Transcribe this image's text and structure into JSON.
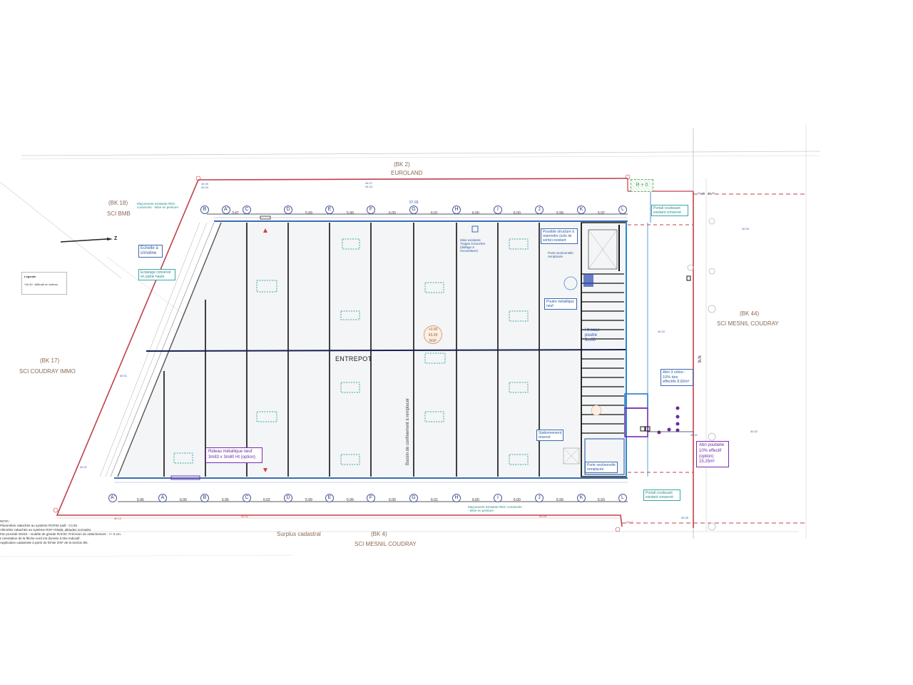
{
  "drawing": {
    "title": "ENTREPOT",
    "north_arrow_label": "Z",
    "zone_label": "R + 0",
    "parcels": {
      "top": {
        "ref": "(BK 2)",
        "owner": "EUROLAND"
      },
      "top_left": {
        "ref": "(BK 18)",
        "owner": "SCI BMB"
      },
      "left": {
        "ref": "(BK 17)",
        "owner": "SCI COUDRAY IMMO"
      },
      "right": {
        "ref": "(BK 44)",
        "owner": "SCI MESNIL COUDRAY"
      },
      "bottom": {
        "ref": "(BK 4)",
        "owner": "SCI MESNIL COUDRAY"
      }
    },
    "surplus_label": "Surplus cadastral",
    "street_number": "N°6",
    "overall_dimension_top": "57.03",
    "legend": {
      "title": "Légende",
      "item": "*40.40 : Altitude en mètres"
    },
    "level_marker": {
      "line1": "+0.00",
      "line2": "43.28",
      "line3": "NGF"
    },
    "vertical_note": "Bassin de confinement à remplacer",
    "beam_note": {
      "line1": "Ht sous",
      "line2": "poutre",
      "line3": "6m00"
    },
    "grid_top": [
      "B",
      "A'",
      "C",
      "D",
      "E",
      "F",
      "G",
      "H",
      "I",
      "J",
      "K",
      "L"
    ],
    "grid_bottom": [
      "A'",
      "A",
      "B",
      "C",
      "D",
      "E",
      "F",
      "G",
      "H",
      "I",
      "J",
      "K",
      "L"
    ],
    "dims_top": [
      "3.47",
      "5.99",
      "5.99",
      "6.00",
      "6.01",
      "6.00",
      "6.00",
      "5.99",
      "5.92"
    ],
    "dims_bottom": [
      "5.96",
      "6.00",
      "5.95",
      "6.02",
      "5.99",
      "5.99",
      "6.00",
      "6.01",
      "6.00",
      "6.00",
      "5.99",
      "5.93"
    ],
    "annotations": {
      "echelle": "Echelle à crinoline",
      "eclairage": "Eclairage conservé en partie haute",
      "maconnerie_top": "Maçonnerie existante RDC conservée - Mise en peinture",
      "maconnerie_bottom": "Maçonnerie existante RDC conservée - Mise en peinture",
      "trappe": "Mise existante Trappe à boucher (dallage à reconstituer)",
      "escalier": "Possible structure à reprendre (sols de sortie) existant",
      "porte_sect_top": "Porte sectionnelle remplacée",
      "portail_top": "Portail coulissant existant conservé",
      "portail_bottom": "Portail coulissant existant conservé",
      "rideau": "Rideau métallique neuf 3m83 x 3m80 Ht (option)",
      "abri_velos": "Abri 3 vélos - 10% des effectifs 8.82m²",
      "abri_poubelle": "Abri poubelle 10% effectif (option) 15.25m²",
      "porte_sect_bottom": "Porte sectionnelle remplacée",
      "poutre_note": "Poutre métallique neuf",
      "parking": "Stationnement réservé"
    },
    "notes": {
      "header": "NOTA :",
      "lines": [
        "Planimétrie rattachée au système RGF93 natif - CC49.",
        "Altimétrie rattachée au système RGF-IGN69, altitudes normales.",
        "Par procédé GNSS - modèle de géoïde RAF20. Précision du rattachement : +/- 5 cm.",
        "L'orientation de la flèche nord est donnée à titre indicatif.",
        "Application cadastrale à partir du fichier DXF de la section BK."
      ]
    },
    "spot_levels": [
      "40.20",
      "40.24",
      "44.27",
      "44.24",
      "40.12",
      "40.12",
      "40.09",
      "40.11",
      "40.45",
      "40.30",
      "40.05",
      "40.41",
      "40.01",
      "40.32",
      "40.22",
      "40.20",
      "40.37"
    ],
    "colors": {
      "parcel_line": "#c0404a",
      "wall": "#111111",
      "facade": "#3a6ab0",
      "annotation_cyan": "#3aa6a6",
      "annotation_purple": "#7a2ab0",
      "owner_text": "#8a6a55"
    }
  }
}
